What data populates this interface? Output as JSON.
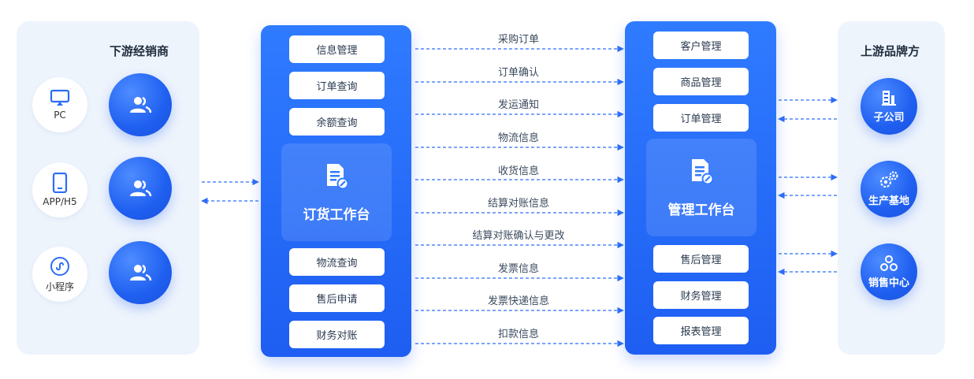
{
  "left_panel": {
    "title": "下游经销商",
    "channels": [
      {
        "label": "PC",
        "icon": "monitor-icon"
      },
      {
        "label": "APP/H5",
        "icon": "tablet-icon"
      },
      {
        "label": "小程序",
        "icon": "mini-program-icon"
      }
    ],
    "dealer_icon": "users-icon"
  },
  "order_workbench": {
    "title": "订货工作台",
    "icon": "document-edit-icon",
    "top_modules": [
      "信息管理",
      "订单查询",
      "余额查询"
    ],
    "bottom_modules": [
      "物流查询",
      "售后申请",
      "财务对账"
    ]
  },
  "flows": [
    "采购订单",
    "订单确认",
    "发运通知",
    "物流信息",
    "收货信息",
    "结算对账信息",
    "结算对账确认与更改",
    "发票信息",
    "发票快递信息",
    "扣款信息"
  ],
  "management_workbench": {
    "title": "管理工作台",
    "icon": "document-edit-icon",
    "top_modules": [
      "客户管理",
      "商品管理",
      "订单管理"
    ],
    "bottom_modules": [
      "售后管理",
      "财务管理",
      "报表管理"
    ]
  },
  "right_panel": {
    "title": "上游品牌方",
    "entities": [
      {
        "label": "子公司",
        "icon": "building-icon"
      },
      {
        "label": "生产基地",
        "icon": "gears-icon"
      },
      {
        "label": "销售中心",
        "icon": "network-icon"
      }
    ]
  },
  "colors": {
    "primary": "#1e5ef2",
    "panel_bg": "#eef4fc",
    "arrow": "#2d6df6"
  }
}
